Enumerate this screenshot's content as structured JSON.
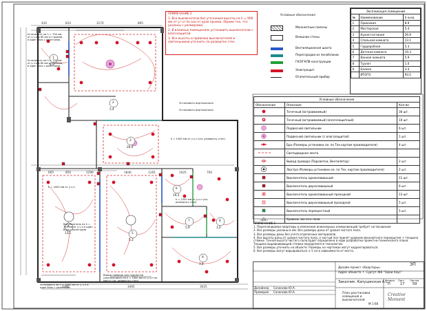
{
  "note": {
    "title": "ПРИМЕЧАНИЕ 2",
    "lines": [
      "1. Все выключатели без уточнения высоты на h = 900 мм от у.ч.п по оси от края проема. (Кроме тех, что указаны с размерами)",
      "2. В влажных помещениях установить выключатели с влагозащитой",
      "3. Все высоты и привязки выключателей и светильников уточнить по развертке стен"
    ]
  },
  "legend_materials": {
    "title": "Условные обозначения",
    "items": [
      {
        "label": "Монолитные пилоны",
        "swatch": "hatch"
      },
      {
        "label": "Внешние стены",
        "swatch": "white"
      },
      {
        "label": "Вентиляционная шахта",
        "swatch": "blue"
      },
      {
        "label": "Перегородки из пеноблоков",
        "swatch": "teal"
      },
      {
        "label": "ГКЛ/ГКЛВ конструкции",
        "swatch": "green"
      },
      {
        "label": "Электрощит",
        "swatch": "redline"
      },
      {
        "label": "Отопительный прибор",
        "swatch": "line"
      }
    ]
  },
  "explication": {
    "title": "Экспликация помещений",
    "headers": [
      "№",
      "Наименование",
      "S м.кв"
    ],
    "rows": [
      [
        "1",
        "Прихожая",
        "8.9"
      ],
      [
        "2",
        "Мастерская",
        "5.4"
      ],
      [
        "3",
        "Кухня-гостиная",
        "26.9"
      ],
      [
        "4",
        "Спальная комната",
        "13.1"
      ],
      [
        "5",
        "Гардеробная",
        "5.3"
      ],
      [
        "6",
        "Детская комната",
        "19.3"
      ],
      [
        "7",
        "Ванная комната",
        "5.9"
      ],
      [
        "8",
        "Туалет",
        "1.0"
      ],
      [
        "9",
        "Балкон",
        "3.4"
      ]
    ],
    "total_label": "ИТОГО",
    "total_value": "93.5"
  },
  "legend_symbols": {
    "title": "Условные обозначения",
    "headers": [
      "Обозначение",
      "Описание",
      "Кол-во"
    ],
    "rows": [
      {
        "desc": "Точечный (встраиваемый)",
        "qty": "36 шт.",
        "sym": "dot"
      },
      {
        "desc": "Точечный (встраиваемый) (влагозащитный)",
        "qty": "10 шт.",
        "sym": "dotw"
      },
      {
        "desc": "Подвесной светильник",
        "qty": "6 шт.",
        "sym": "pend"
      },
      {
        "desc": "Подвесной светильник (с влагозащитой)",
        "qty": "1 шт.",
        "sym": "pendw"
      },
      {
        "desc": "Бра (Размеры установки см. по Тех.картам производителя)",
        "qty": "4 шт.",
        "sym": "bra"
      },
      {
        "desc": "Светодиодная лента",
        "qty": "-",
        "sym": "tape"
      },
      {
        "desc": "Вывод провода (Подсветка, Вентилятор)",
        "qty": "2 шт.",
        "sym": "wire"
      },
      {
        "desc": "Люстра (Размеры установки см. по Тех. картам производителя)",
        "qty": "2 шт.",
        "sym": "lustra"
      },
      {
        "desc": "Выключатель одноклавишный",
        "qty": "11 шт.",
        "sym": "sw1"
      },
      {
        "desc": "Выключатель двухклавишный",
        "qty": "6 шт.",
        "sym": "sw2"
      },
      {
        "desc": "Выключатель одноклавишный проходной",
        "qty": "13 шт.",
        "sym": "sw3"
      },
      {
        "desc": "Выключатель двухклавишный проходной",
        "qty": "5 шт.",
        "sym": "sw4"
      },
      {
        "desc": "Выключатель перекрестный",
        "qty": "5 шт.",
        "sym": "sw5"
      },
      {
        "desc": "Уровень чистого пола",
        "qty": "",
        "sym": "level"
      }
    ]
  },
  "general_notes": {
    "title": "ПРИМЕЧАНИЕ 1",
    "lines": [
      "1. Перепланировка квартиры и изменения инженерных коммуникаций требует согласования",
      "2. Все размеры указаны в мм. Все размеры даны от уровня чистого пола.",
      "3. Все размеры даны без учета отделочных материалов",
      "4. Все высоты даны от уровня чистого пола, а чистый пол принят уровнем монолитного перекрытия + толщина стяжки. Точная высота чистого пола будет определена в ходе разработки проектно-технического плана. Толщина выравнивающей стяжки определяется технологом.",
      "5. Все размеры уточнить на объекте. Размеры на чертежах могут корректироваться.",
      "6. Все размеры могут варьироваться ± 5 см в зависимости от места."
    ]
  },
  "stamp": {
    "ep": "ЭП",
    "project": "Дизайн-проект «Квартиры»",
    "address": "Адрес объекта: г. Сургут ЖК \"Одни Хаус\"",
    "customer": "Заказчик: Капуцинская А.С.",
    "sheet_title": "План расстановки освещения и выключателей",
    "scale": "М 1:60",
    "stage_h": "Стадия",
    "sheet_h": "Лист",
    "sheets_h": "Листов",
    "stage": "П",
    "sheet": "17",
    "sheets": "59",
    "roles": [
      [
        "Дизайнер",
        "Сазонова Ю.А."
      ],
      [
        "Проверил",
        "Сазонова Ю.А."
      ]
    ],
    "logo_text": "Creative Moment"
  },
  "plan_callouts": [
    "Установить на h = 700 мм от у.ч.п в 60 мм от проема, в один блок с розетками.",
    "Установить на h = 700 мм от у.ч.п в 60 мм от проема, в один блок с розетками.",
    "Установить вертикально",
    "Установить вертикально",
    "h = 1500 мм от у.ч.п (см. развертку стен)",
    "h = 2000 мм от у.ч.п",
    "h = 1500 мм от у.ч.п (см. развертку стен)",
    "Выключатель на h = 700 мм от у.ч.п в один блок с розетками",
    "Установить на h = 1000 мм от у.ч.п в один блок с розетками",
    "Вывод провода для подсветки (светильника) на h = 1000 мм от у.ч.п по месту (см. развертку стен)"
  ],
  "room_labels": [
    "1",
    "2",
    "3",
    "4",
    "5",
    "6",
    "7",
    "8",
    "9"
  ],
  "areas": [
    "8,9",
    "5,4",
    "26,9",
    "13,1",
    "5,3",
    "19,3",
    "5,9",
    "1,0",
    "3,4"
  ]
}
